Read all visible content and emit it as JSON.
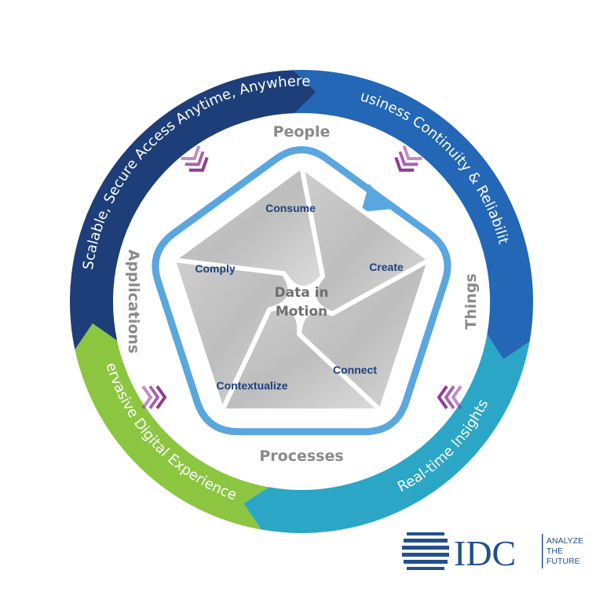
{
  "ring": {
    "segments": [
      {
        "label": "Scalable, Secure Access Anytime, Anywhere",
        "color": "#1d3e78"
      },
      {
        "label": "Business Continuity & Reliability",
        "color": "#2367b6"
      },
      {
        "label": "Real-time Insights",
        "color": "#2ba6c7"
      },
      {
        "label": "Pervasive Digital Experiences",
        "color": "#8cc641"
      }
    ]
  },
  "edges": {
    "top": "People",
    "right": "Things",
    "bottom": "Processes",
    "left": "Applications"
  },
  "petals": [
    "Consume",
    "Create",
    "Connect",
    "Contextualize",
    "Comply"
  ],
  "center": {
    "line1": "Data in",
    "line2": "Motion"
  },
  "chevron_color": "#8b2f8f",
  "pentagon_color": "#5aa6df",
  "logo": {
    "name": "IDC",
    "tag_line1": "ANALYZE",
    "tag_line2": "THE",
    "tag_line3": "FUTURE"
  }
}
